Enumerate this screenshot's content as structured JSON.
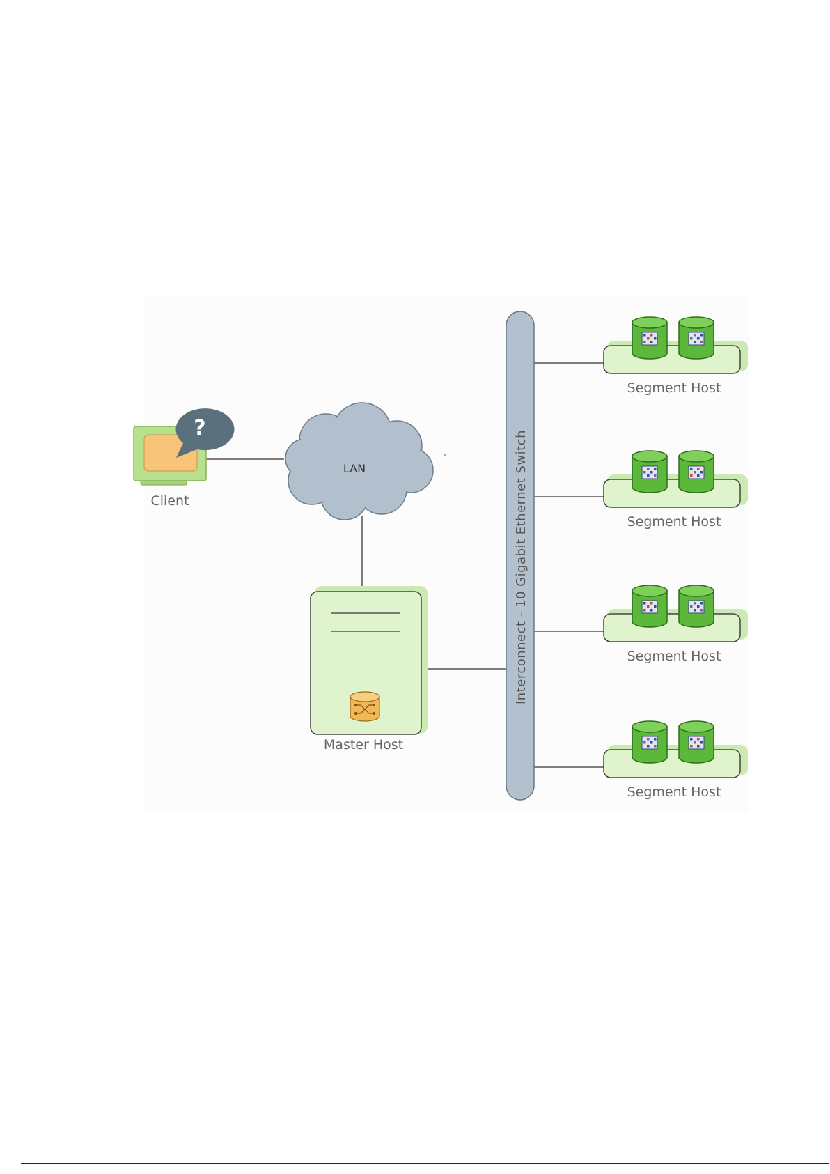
{
  "diagram": {
    "client_label": "Client",
    "client_bubble_text": "?",
    "lan_label": "LAN",
    "master_label": "Master Host",
    "switch_label": "Interconnect - 10 Gigabit Ethernet Switch",
    "segment_hosts": [
      {
        "label": "Segment Host"
      },
      {
        "label": "Segment Host"
      },
      {
        "label": "Segment Host"
      },
      {
        "label": "Segment Host"
      }
    ]
  },
  "colors": {
    "host_fill": "#dff3cc",
    "host_stroke": "#444444",
    "host_shadow": "#cbeab3",
    "monitor_frame": "#b9e08f",
    "monitor_screen": "#f7c47a",
    "bubble": "#5a707c",
    "cloud_fill": "#b2bfcc",
    "cloud_stroke": "#6f7d8a",
    "switch_fill": "#b3c0cd",
    "switch_stroke": "#6b7785",
    "disk_green": "#5cb83a",
    "disk_green_dark": "#3f8d26",
    "master_db": "#f2b856",
    "connector": "#555555"
  }
}
